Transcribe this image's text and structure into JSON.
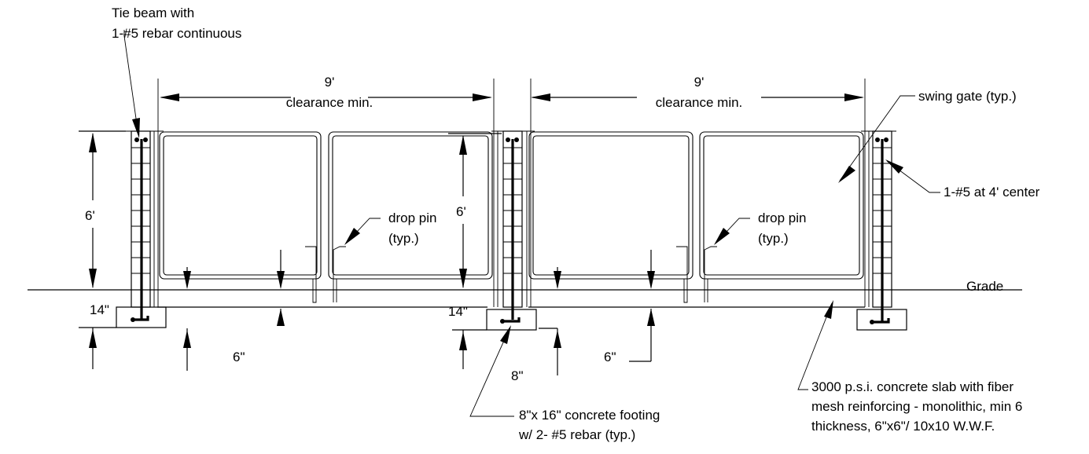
{
  "labels": {
    "tie_beam_line1": "Tie beam with",
    "tie_beam_line2": "1-#5 rebar continuous",
    "span_left_value": "9'",
    "span_left_note": "clearance min.",
    "span_right_value": "9'",
    "span_right_note": "clearance min.",
    "swing_gate": "swing gate (typ.)",
    "rebar_center": "1-#5 at 4' center",
    "height_left": "6'",
    "height_mid": "6'",
    "drop_pin_left_1": "drop pin",
    "drop_pin_left_2": "(typ.)",
    "drop_pin_right_1": "drop pin",
    "drop_pin_right_2": "(typ.)",
    "grade": "Grade",
    "footing_depth_left": "14\"",
    "footing_depth_mid": "14\"",
    "gap_left": "6\"",
    "gap_right": "6\"",
    "footing_width": "8\"",
    "footing_line1": "8\"x 16\" concrete footing",
    "footing_line2": "w/ 2- #5 rebar (typ.)",
    "slab_line1": "3000 p.s.i. concrete slab with fiber",
    "slab_line2": "mesh reinforcing - monolithic, min 6",
    "slab_line3": "thickness, 6\"x6\"/ 10x10 W.W.F."
  }
}
